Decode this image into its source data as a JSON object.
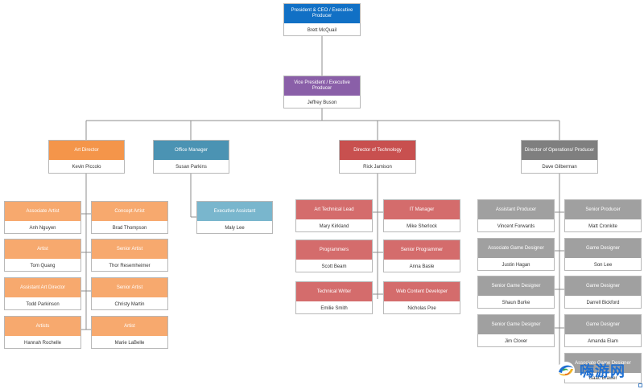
{
  "nodes": [
    {
      "id": "ceo",
      "title": "President & CEO / Executive Producer",
      "name": "Brett McQuail",
      "color": "#1170c5"
    },
    {
      "id": "vp",
      "title": "Vice President / Executive Producer",
      "name": "Jeffrey Buson",
      "color": "#8a5fa8"
    },
    {
      "id": "art-director",
      "title": "Art Director",
      "name": "Kevin Piccolo",
      "color": "#f4954a"
    },
    {
      "id": "office-manager",
      "title": "Office Manager",
      "name": "Susan Parkins",
      "color": "#4b93b3"
    },
    {
      "id": "dir-tech",
      "title": "Director of Technology",
      "name": "Rick Jamison",
      "color": "#c8504f"
    },
    {
      "id": "dir-ops",
      "title": "Director of Operations/ Producer",
      "name": "Dave Gilberman",
      "color": "#7f7f7f"
    },
    {
      "id": "assoc-artist",
      "title": "Associate Artist",
      "name": "Anh Nguyen",
      "color": "#f7a96e"
    },
    {
      "id": "concept-artist",
      "title": "Concept Artist",
      "name": "Brad Thompson",
      "color": "#f7a96e"
    },
    {
      "id": "artist-1",
      "title": "Artist",
      "name": "Tom Quang",
      "color": "#f7a96e"
    },
    {
      "id": "senior-artist-1",
      "title": "Senior Artist",
      "name": "Thor Resemheimer",
      "color": "#f7a96e"
    },
    {
      "id": "asst-art-director",
      "title": "Assistant Art Director",
      "name": "Todd Parkinson",
      "color": "#f7a96e"
    },
    {
      "id": "senior-artist-2",
      "title": "Senior Artist",
      "name": "Christy Martin",
      "color": "#f7a96e"
    },
    {
      "id": "artists",
      "title": "Artists",
      "name": "Hannah Rochelle",
      "color": "#f7a96e"
    },
    {
      "id": "artist-2",
      "title": "Artist",
      "name": "Marie LaBelle",
      "color": "#f7a96e"
    },
    {
      "id": "exec-assistant",
      "title": "Executive Assistant",
      "name": "Maly Lee",
      "color": "#79b6cd"
    },
    {
      "id": "art-tech-lead",
      "title": "Art Technical Lead",
      "name": "Mary Kirkland",
      "color": "#d46c6c"
    },
    {
      "id": "it-manager",
      "title": "IT Manager",
      "name": "Mike Sherlock",
      "color": "#d46c6c"
    },
    {
      "id": "programmers",
      "title": "Programmers",
      "name": "Scott Beam",
      "color": "#d46c6c"
    },
    {
      "id": "senior-programmer",
      "title": "Senior Programmer",
      "name": "Anna Basle",
      "color": "#d46c6c"
    },
    {
      "id": "technical-writer",
      "title": "Technical Writer",
      "name": "Emilie Smith",
      "color": "#d46c6c"
    },
    {
      "id": "web-content-dev",
      "title": "Web Content Developer",
      "name": "Nicholas Poe",
      "color": "#d46c6c"
    },
    {
      "id": "asst-producer",
      "title": "Assistant Producer",
      "name": "Vincent Forwards",
      "color": "#a0a0a0"
    },
    {
      "id": "senior-producer",
      "title": "Senior Producer",
      "name": "Matt Cronkite",
      "color": "#a0a0a0"
    },
    {
      "id": "assoc-game-designer",
      "title": "Associate Game Designer",
      "name": "Justin Hagan",
      "color": "#a0a0a0"
    },
    {
      "id": "game-designer-1",
      "title": "Game Designer",
      "name": "Son Lee",
      "color": "#a0a0a0"
    },
    {
      "id": "senior-game-designer-1",
      "title": "Senior Game Designer",
      "name": "Shaun Burke",
      "color": "#a0a0a0"
    },
    {
      "id": "game-designer-2",
      "title": "Game Designer",
      "name": "Darrell Bickford",
      "color": "#a0a0a0"
    },
    {
      "id": "senior-game-designer-2",
      "title": "Senior Game Designer",
      "name": "Jim Clover",
      "color": "#a0a0a0"
    },
    {
      "id": "game-designer-3",
      "title": "Game Designer",
      "name": "Amanda Elam",
      "color": "#a0a0a0"
    },
    {
      "id": "assoc-game-designer-2",
      "title": "Associate Game Designer",
      "name": "Isaac Brawer",
      "color": "#a0a0a0"
    }
  ],
  "watermark": {
    "text": "嗨游网"
  }
}
